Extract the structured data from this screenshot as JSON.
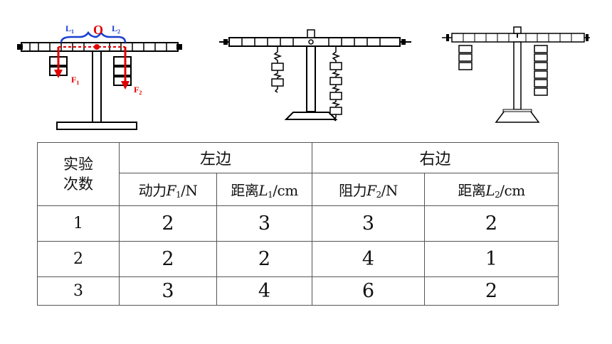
{
  "figure1": {
    "pivot_label": "O",
    "arm_left_label": "L",
    "arm_left_sub": "1",
    "arm_right_label": "L",
    "arm_right_sub": "2",
    "force_left_label": "F",
    "force_left_sub": "1",
    "force_right_label": "F",
    "force_right_sub": "2",
    "label_blue": "#1a3fcf",
    "label_red": "#e00000"
  },
  "table": {
    "header_trial": [
      "实验",
      "次数"
    ],
    "header_left": "左边",
    "header_right": "右边",
    "col_force1": {
      "prefix": "动力",
      "symbol": "F",
      "sub": "1",
      "unit": "/N"
    },
    "col_dist1": {
      "prefix": "距离",
      "symbol": "L",
      "sub": "1",
      "unit": "/cm"
    },
    "col_force2": {
      "prefix": "阻力",
      "symbol": "F",
      "sub": "2",
      "unit": "/N"
    },
    "col_dist2": {
      "prefix": "距离",
      "symbol": "L",
      "sub": "2",
      "unit": "/cm"
    },
    "rows": [
      {
        "trial": "1",
        "f1": "2",
        "l1": "3",
        "f2": "3",
        "l2": "2"
      },
      {
        "trial": "2",
        "f1": "2",
        "l1": "2",
        "f2": "4",
        "l2": "1"
      },
      {
        "trial": "3",
        "f1": "3",
        "l1": "4",
        "f2": "6",
        "l2": "2"
      }
    ],
    "value_color": "#c00000"
  }
}
